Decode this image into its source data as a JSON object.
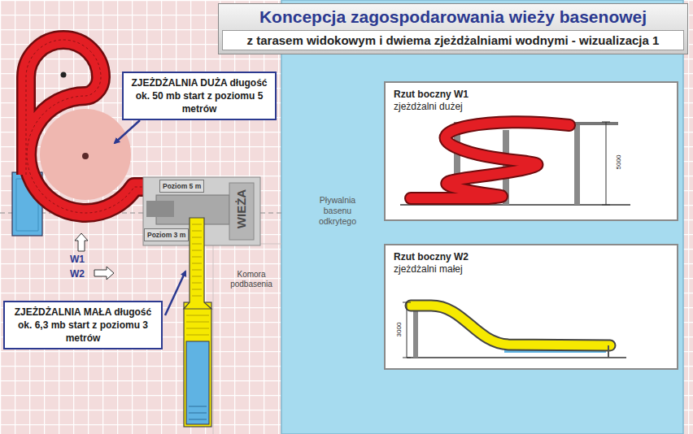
{
  "diagram": {
    "nodes": [
      {
        "text": [
          "Koncepcja zagospodarowania wieży basenowej",
          "z tarasem widokowym i dwiema zjeżdżalniami wodnymi - wizualizacja 1"
        ]
      },
      {
        "text": [
          "ZJEŻDŻALNIA DUŻA długość ok. 50 mb start z poziomu 5 metrów"
        ]
      },
      {
        "text": [
          "WIEŻA"
        ]
      },
      {
        "text": [
          "Poziom 5 m"
        ],
        "in": 2
      },
      {
        "text": [
          "Poziom 3 m"
        ],
        "in": 2
      },
      {
        "text": [
          "ZJEŻDŻALNIA MAŁA długość ok. 6,3 mb start z poziomu 3 metrów"
        ]
      },
      {
        "text": [
          "Pływalnia basenu odkrytego"
        ]
      },
      {
        "text": [
          "Rzut boczny W1",
          "zjeżdżalni dużej"
        ],
        "in": 6
      },
      {
        "text": [
          "Rzut boczny W2",
          "zjeżdżalni małej"
        ],
        "in": 6
      }
    ],
    "labels": [
      "W1",
      "W2",
      "Komora podbasenia",
      "5000",
      "3000"
    ]
  }
}
